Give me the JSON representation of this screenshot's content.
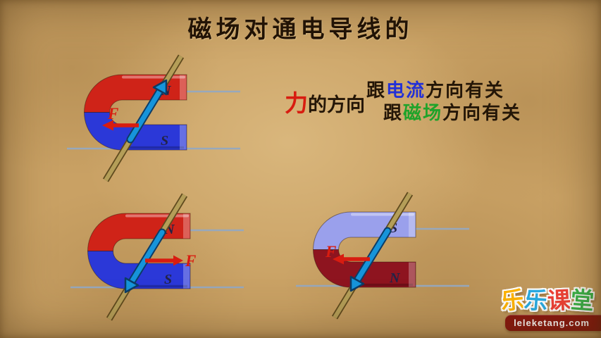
{
  "title": "磁场对通电导线的",
  "colors": {
    "background": "#c9a164",
    "title_text": "#201206",
    "caption_text": "#241607",
    "force_red": "#d81c10",
    "current_blue": "#2330d6",
    "field_green": "#1fa32a",
    "magnet_red": "#cf2318",
    "magnet_blue": "#2b38d8",
    "magnet_lavender": "#9aa0ec",
    "magnet_maroon": "#8e141f",
    "rail": "#97a8bc",
    "rod": "#b49e58",
    "rod_edge": "#5f4a1e",
    "current_arrow": "#1694da",
    "current_arrow_edge": "#0c3c66",
    "pole_label": "#232347",
    "logo_yellow": "#ffb400",
    "logo_blue": "#29abe2",
    "logo_red": "#ef4136",
    "logo_green": "#39b54a",
    "banner_red": "#8a170f",
    "banner_text": "#ffffff"
  },
  "caption": {
    "force_word": "力",
    "force_suffix": "的方向",
    "line1": {
      "prefix": "跟",
      "keyword": "电流",
      "suffix": "方向有关"
    },
    "line2": {
      "prefix": "跟",
      "keyword": "磁场",
      "suffix": "方向有关"
    }
  },
  "magnets": [
    {
      "top_pole": "N",
      "bottom_pole": "S",
      "force_label": "F",
      "force_direction": "left",
      "current_direction": "up-along-wire"
    },
    {
      "top_pole": "N",
      "bottom_pole": "S",
      "force_label": "F",
      "force_direction": "right",
      "current_direction": "down-along-wire"
    },
    {
      "top_pole": "S",
      "bottom_pole": "N",
      "force_label": "F",
      "force_direction": "left",
      "current_direction": "down-along-wire"
    }
  ],
  "logo": {
    "chars": [
      "乐",
      "乐",
      "课",
      "堂"
    ],
    "site": "leleketang.com"
  }
}
